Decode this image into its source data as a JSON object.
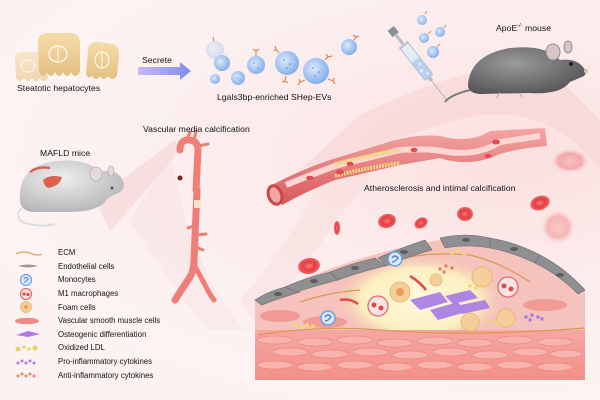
{
  "labels": {
    "steatotic_hepatocytes": "Steatotic hepatocytes",
    "secrete": "Secrete",
    "evs": "Lgals3bp-enriched SHep-EVs",
    "apoe_mouse": "ApoE",
    "apoe_superscript": "-/-",
    "apoe_suffix": " mouse",
    "mafld_mice": "MAFLD mice",
    "vascular_media_calcification": "Vascular media calcification",
    "atherosclerosis": "Atherosclerosis and intimal calcification"
  },
  "legend": [
    {
      "icon": "ecm-fiber-icon",
      "label": "ECM"
    },
    {
      "icon": "endothelial-cell-icon",
      "label": "Endothelial cells"
    },
    {
      "icon": "monocyte-icon",
      "label": "Monocytes"
    },
    {
      "icon": "m1-macrophage-icon",
      "label": "M1 macrophages"
    },
    {
      "icon": "foam-cell-icon",
      "label": "Foam cells"
    },
    {
      "icon": "smooth-muscle-cell-icon",
      "label": "Vascular smooth muscle cells"
    },
    {
      "icon": "osteogenic-differentiation-icon",
      "label": "Osteogenic differentiation"
    },
    {
      "icon": "oxidized-ldl-icon",
      "label": "Oxidized LDL"
    },
    {
      "icon": "pro-inflammatory-cytokines-icon",
      "label": "Pro-inflammatory cytokines"
    },
    {
      "icon": "anti-inflammatory-cytokines-icon",
      "label": "Anti-inflammatory cytokines"
    }
  ],
  "colors": {
    "ecm": "#e0a060",
    "endothelial": "#8a8a8a",
    "monocyte": "#6f9fe6",
    "macrophage": "#e46a6a",
    "foam": "#f2b76a",
    "smooth_muscle": "#f08a8a",
    "osteogenic": "#b07be8",
    "ldl": "#e6d46a",
    "pro_cytokine": "#a57ae6",
    "anti_cytokine": "#f0866a",
    "vessel": "#ee7f78",
    "ev": "#8fb8ee",
    "arrow": "#9a8cf0"
  }
}
